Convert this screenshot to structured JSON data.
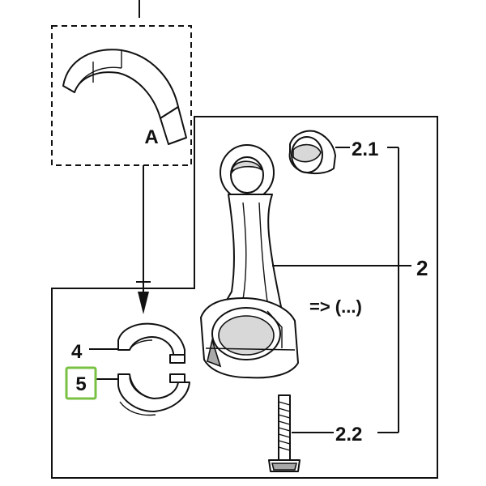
{
  "diagram": {
    "callouts": {
      "detail_a": "A",
      "part_2_1": "2.1",
      "part_2": "2",
      "part_4": "4",
      "part_5": "5",
      "part_2_2": "2.2"
    },
    "note": "=> (...)",
    "highlight": {
      "callout": "5",
      "color": "#7ac143"
    },
    "colors": {
      "line": "#111111",
      "shade": "#d8d8d8"
    }
  }
}
